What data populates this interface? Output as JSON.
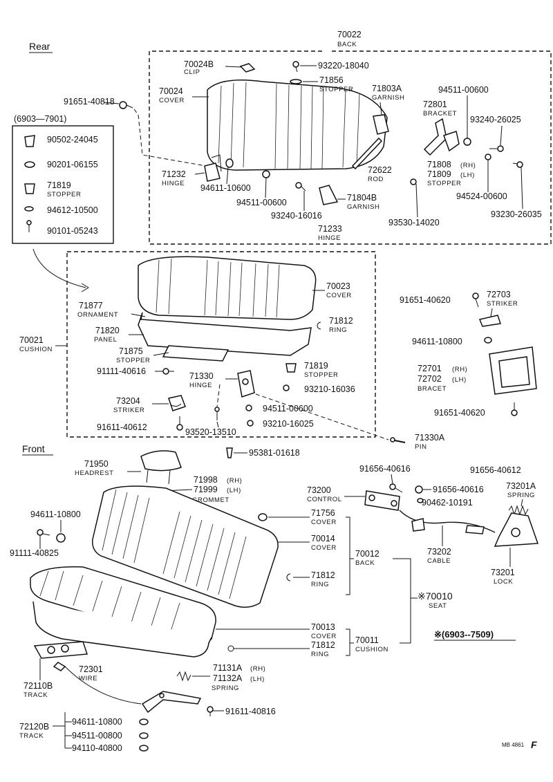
{
  "section_labels": {
    "rear": "Rear",
    "front": "Front"
  },
  "rear_group": {
    "back": {
      "num": "70022",
      "name": "BACK"
    },
    "clip": {
      "num": "70024B",
      "name": "CLIP"
    },
    "cover": {
      "num": "70024",
      "name": "COVER"
    },
    "screw_top": {
      "num": "93220-18040"
    },
    "stopper_top": {
      "num": "71856",
      "name": "STOPPER"
    },
    "garnish_top": {
      "num": "71803A",
      "name": "GARNISH"
    },
    "washer_right": {
      "num": "94511-00600"
    },
    "bracket": {
      "num": "72801",
      "name": "BRACKET"
    },
    "screw_right": {
      "num": "93240-26025"
    },
    "bolt_left": {
      "num": "91651-40818"
    },
    "hinge_left": {
      "num": "71232",
      "name": "HINGE"
    },
    "nut_a": {
      "num": "94611-10600"
    },
    "washer_b": {
      "num": "94511-00600"
    },
    "rod": {
      "num": "72622",
      "name": "ROD"
    },
    "stopper_rh": {
      "num": "71808",
      "suffix": "(RH)"
    },
    "stopper_lh": {
      "num": "71809",
      "suffix": "(LH)",
      "name": "STOPPER"
    },
    "screw_c": {
      "num": "93240-16016"
    },
    "garnish_bottom": {
      "num": "71804B",
      "name": "GARNISH"
    },
    "washer_c": {
      "num": "94524-00600"
    },
    "hinge_bottom": {
      "num": "71233",
      "name": "HINGE"
    },
    "screw_d": {
      "num": "93530-14020"
    },
    "screw_e": {
      "num": "93230-26035"
    }
  },
  "variant_box": {
    "title": "(6903—7901)",
    "items": [
      {
        "num": "90502-24045",
        "name": ""
      },
      {
        "num": "90201-06155",
        "name": ""
      },
      {
        "num": "71819",
        "name": "STOPPER"
      },
      {
        "num": "94612-10500",
        "name": ""
      },
      {
        "num": "90101-05243",
        "name": ""
      }
    ]
  },
  "cushion_group": {
    "cushion": {
      "num": "70021",
      "name": "CUSHION"
    },
    "cover": {
      "num": "70023",
      "name": "COVER"
    },
    "ornament": {
      "num": "71877",
      "name": "ORNAMENT"
    },
    "panel": {
      "num": "71820",
      "name": "PANEL"
    },
    "ring": {
      "num": "71812",
      "name": "RING"
    },
    "stopper": {
      "num": "71875",
      "name": "STOPPER"
    },
    "bolt_a": {
      "num": "91111-40616"
    },
    "stopper_b": {
      "num": "71819",
      "name": "STOPPER"
    },
    "hinge": {
      "num": "71330",
      "name": "HINGE"
    },
    "screw_a": {
      "num": "93210-16036"
    },
    "striker": {
      "num": "73204",
      "name": "STRIKER"
    },
    "washer": {
      "num": "94511-00600"
    },
    "bolt_b": {
      "num": "91611-40612"
    },
    "screw_b": {
      "num": "93520-13510"
    },
    "screw_c": {
      "num": "93210-16025"
    },
    "pin": {
      "num": "71330A",
      "name": "PIN"
    },
    "clip_bottom": {
      "num": "95381-01618"
    }
  },
  "striker_group": {
    "bolt_a": {
      "num": "91651-40620"
    },
    "striker": {
      "num": "72703",
      "name": "STRIKER"
    },
    "nut": {
      "num": "94611-10800"
    },
    "bracket_rh": {
      "num": "72701",
      "suffix": "(RH)"
    },
    "bracket_lh": {
      "num": "72702",
      "suffix": "(LH)",
      "name": "BRACET"
    },
    "bolt_b": {
      "num": "91651-40620"
    }
  },
  "front_group": {
    "headrest": {
      "num": "71950",
      "name": "HEADREST"
    },
    "grommet_rh": {
      "num": "71998",
      "suffix": "(RH)"
    },
    "grommet_lh": {
      "num": "71999",
      "suffix": "(LH)",
      "name": "GROMMET"
    },
    "nut_left": {
      "num": "94611-10800"
    },
    "bolt_left": {
      "num": "91111-40825"
    },
    "cover_a": {
      "num": "71756",
      "name": "COVER"
    },
    "cover_b": {
      "num": "70014",
      "name": "COVER"
    },
    "back": {
      "num": "70012",
      "name": "BACK"
    },
    "ring_a": {
      "num": "71812",
      "name": "RING"
    },
    "seat": {
      "num": "※70010",
      "name": "SEAT"
    },
    "cover_c": {
      "num": "70013",
      "name": "COVER"
    },
    "ring_b": {
      "num": "71812",
      "name": "RING"
    },
    "cushion": {
      "num": "70011",
      "name": "CUSHION"
    },
    "range_note": "※(6903--7509)",
    "track_a": {
      "num": "72110B",
      "name": "TRACK"
    },
    "wire": {
      "num": "72301",
      "name": "WIRE"
    },
    "spring_rh": {
      "num": "71131A",
      "suffix": "(RH)"
    },
    "spring_lh": {
      "num": "71132A",
      "suffix": "(LH)",
      "name": "SPRING"
    },
    "bolt_bottom": {
      "num": "91611-40816"
    },
    "track_b": {
      "num": "72120B",
      "name": "TRACK"
    },
    "track_parts": [
      "94611-10800",
      "94511-00800",
      "94110-40800"
    ]
  },
  "control_group": {
    "bolt_a": {
      "num": "91656-40616"
    },
    "bolt_b": {
      "num": "91656-40612"
    },
    "control": {
      "num": "73200",
      "name": "CONTROL"
    },
    "bolt_c": {
      "num": "91656-40616"
    },
    "clip": {
      "num": "90462-10191"
    },
    "spring": {
      "num": "73201A",
      "name": "SPRING"
    },
    "cable": {
      "num": "73202",
      "name": "CABLE"
    },
    "lock": {
      "num": "73201",
      "name": "LOCK"
    }
  },
  "footer": {
    "code": "MB 4861",
    "page_letter": "F"
  }
}
